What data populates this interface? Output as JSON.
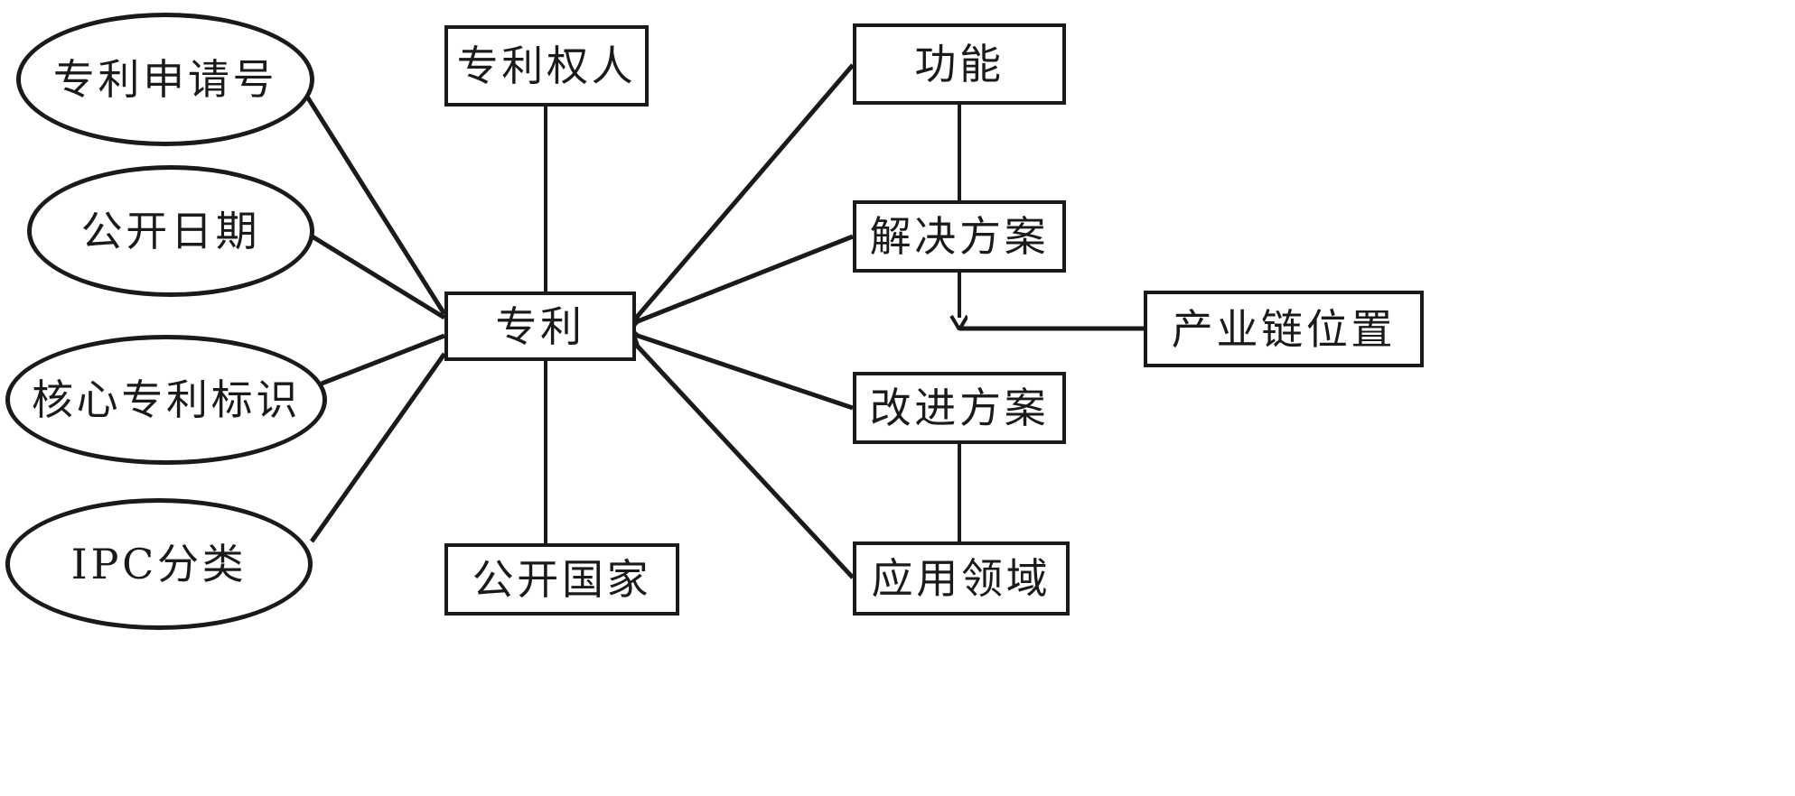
{
  "diagram": {
    "type": "entity-relationship",
    "title": "",
    "center_entity": {
      "id": "patent",
      "label": "专利",
      "shape": "rect"
    },
    "attributes": [
      {
        "id": "application-number",
        "label": "专利申请号",
        "shape": "ellipse"
      },
      {
        "id": "publication-date",
        "label": "公开日期",
        "shape": "ellipse"
      },
      {
        "id": "core-patent-flag",
        "label": "核心专利标识",
        "shape": "ellipse"
      },
      {
        "id": "ipc-classification",
        "label": "IPC分类",
        "shape": "ellipse"
      }
    ],
    "center_column": [
      {
        "id": "patentee",
        "label": "专利权人",
        "shape": "rect"
      },
      {
        "id": "publication-country",
        "label": "公开国家",
        "shape": "rect"
      }
    ],
    "right_column": [
      {
        "id": "function",
        "label": "功能",
        "shape": "rect"
      },
      {
        "id": "solution",
        "label": "解决方案",
        "shape": "rect"
      },
      {
        "id": "improvement",
        "label": "改进方案",
        "shape": "rect"
      },
      {
        "id": "application-field",
        "label": "应用领域",
        "shape": "rect"
      }
    ],
    "far_right": [
      {
        "id": "industry-chain-position",
        "label": "产业链位置",
        "shape": "rect"
      }
    ],
    "colors": {
      "stroke": "#1a1a1a",
      "fill": "#ffffff",
      "text": "#1a1a1a"
    }
  }
}
